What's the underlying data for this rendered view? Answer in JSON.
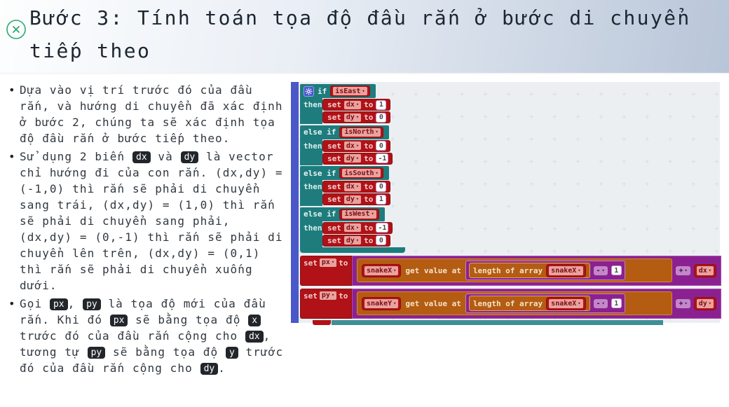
{
  "header": {
    "title": "Bước 3: Tính toán tọa độ đầu rắn ở bước di chuyển tiếp theo"
  },
  "icons": {
    "close": "x-circle-icon",
    "gear": "gear-icon",
    "dropdown_caret": "▾"
  },
  "bullets": [
    {
      "segments": [
        {
          "text": "Dựa vào vị trí trước đó của đầu rắn, và hướng di chuyển đã xác định ở bước 2, chúng ta sẽ xác định tọa độ đầu rắn ở bước tiếp theo."
        }
      ]
    },
    {
      "segments": [
        {
          "text": "Sử dụng 2 biến "
        },
        {
          "code": "dx"
        },
        {
          "text": " và "
        },
        {
          "code": "dy"
        },
        {
          "text": " là vector chỉ hướng đi của con rắn. (dx,dy) = (-1,0) thì rắn sẽ phải di chuyển sang trái, (dx,dy) = (1,0) thì rắn sẽ phải di chuyển sang phải, (dx,dy) = (0,-1) thì rắn sẽ phải di chuyển lên trên, (dx,dy) = (0,1) thì rắn sẽ phải di chuyển xuống dưới."
        }
      ]
    },
    {
      "segments": [
        {
          "text": "Gọi "
        },
        {
          "code": "px"
        },
        {
          "text": ", "
        },
        {
          "code": "py"
        },
        {
          "text": " là tọa độ mới của đầu rắn. Khi đó "
        },
        {
          "code": "px"
        },
        {
          "text": " sẽ bằng tọa độ "
        },
        {
          "code": "x"
        },
        {
          "text": " trước đó của đầu rắn cộng cho "
        },
        {
          "code": "dx"
        },
        {
          "text": ", tương tự "
        },
        {
          "code": "py"
        },
        {
          "text": " sẽ bằng tọa độ "
        },
        {
          "code": "y"
        },
        {
          "text": " trước đó của đầu rắn cộng cho "
        },
        {
          "code": "dy"
        },
        {
          "text": "."
        }
      ]
    }
  ],
  "blocks": {
    "labels": {
      "if": "if",
      "else_if": "else if",
      "then": "then",
      "set": "set",
      "to": "to",
      "get_value_at": "get value at",
      "length_of_array": "length of array"
    },
    "if_clauses": [
      {
        "keyword": "if",
        "condition": "isEast",
        "sets": [
          {
            "var": "dx",
            "value": "1"
          },
          {
            "var": "dy",
            "value": "0"
          }
        ]
      },
      {
        "keyword": "else if",
        "condition": "isNorth",
        "sets": [
          {
            "var": "dx",
            "value": "0"
          },
          {
            "var": "dy",
            "value": "-1"
          }
        ]
      },
      {
        "keyword": "else if",
        "condition": "isSouth",
        "sets": [
          {
            "var": "dx",
            "value": "0"
          },
          {
            "var": "dy",
            "value": "1"
          }
        ]
      },
      {
        "keyword": "else if",
        "condition": "isWest",
        "sets": [
          {
            "var": "dx",
            "value": "-1"
          },
          {
            "var": "dy",
            "value": "0"
          }
        ]
      }
    ],
    "assignments": [
      {
        "var": "px",
        "list": "snakeX",
        "length_list": "snakeX",
        "index_op": "-",
        "index_value": "1",
        "op": "+",
        "operand": "dx"
      },
      {
        "var": "py",
        "list": "snakeY",
        "length_list": "snakeX",
        "index_op": "-",
        "index_value": "1",
        "op": "+",
        "operand": "dy"
      }
    ]
  },
  "colors": {
    "header_gradient_start": "#fdfefe",
    "header_gradient_end": "#b8c5d8",
    "close_icon_green": "#2fa873",
    "text_dark": "#30373f",
    "badge_bg": "#22262b",
    "workspace_bg": "#eceff2",
    "grid_mark": "#d9dde1",
    "enclosing_block_blue": "#4a58c9",
    "logic_teal": "#1e7c7d",
    "variable_red": "#b01217",
    "variable_chip_salmon": "#e9a29e",
    "value_slot_border_purple": "#c9a0d8",
    "math_purple": "#8b2190",
    "array_orange": "#b35c12",
    "partial_block_teal": "#3f8e95"
  }
}
